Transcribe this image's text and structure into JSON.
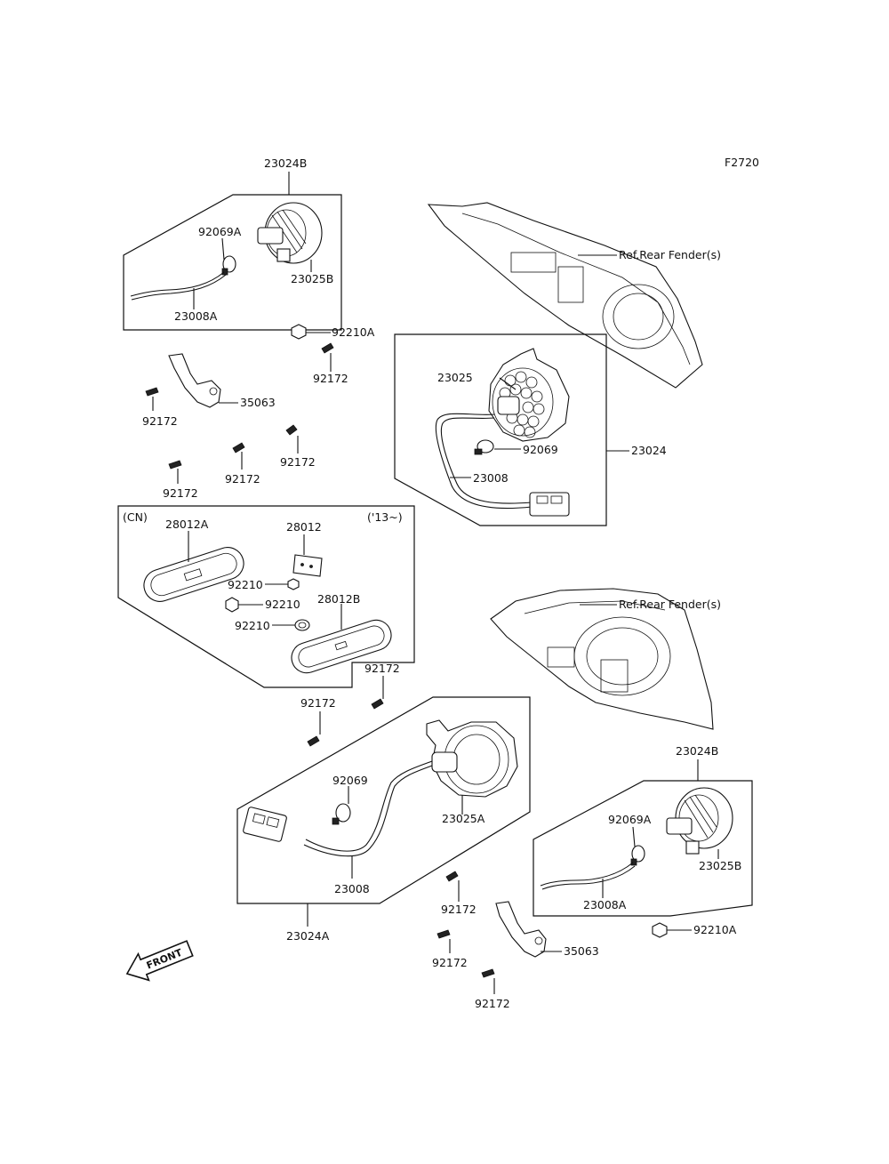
{
  "figure_code": "F2720",
  "labels": {
    "l_23024B_top": "23024B",
    "l_92069A_top": "92069A",
    "l_23025B_top": "23025B",
    "l_23008A_top": "23008A",
    "l_92210A_top": "92210A",
    "l_92172_a": "92172",
    "l_35063_top": "35063",
    "l_92172_b": "92172",
    "l_92172_c": "92172",
    "l_92172_d": "92172",
    "l_92172_e": "92172",
    "l_ref_rear_1": "Ref.Rear Fender(s)",
    "l_23025": "23025",
    "l_92069": "92069",
    "l_23024": "23024",
    "l_23008": "23008",
    "l_cn": "(CN)",
    "l_13": "('13~)",
    "l_28012A": "28012A",
    "l_28012": "28012",
    "l_92210_a": "92210",
    "l_92210_b": "92210",
    "l_92210_c": "92210",
    "l_28012B": "28012B",
    "l_92172_f": "92172",
    "l_92172_g": "92172",
    "l_ref_rear_2": "Ref.Rear Fender(s)",
    "l_23024B_bot": "23024B",
    "l_92069_bot": "92069",
    "l_23025A": "23025A",
    "l_92069A_bot": "92069A",
    "l_23025B_bot": "23025B",
    "l_23008_bot": "23008",
    "l_23008A_bot": "23008A",
    "l_92172_h": "92172",
    "l_92210A_bot": "92210A",
    "l_23024A": "23024A",
    "l_92172_i": "92172",
    "l_35063_bot": "35063",
    "l_92172_j": "92172",
    "front": "FRONT"
  }
}
